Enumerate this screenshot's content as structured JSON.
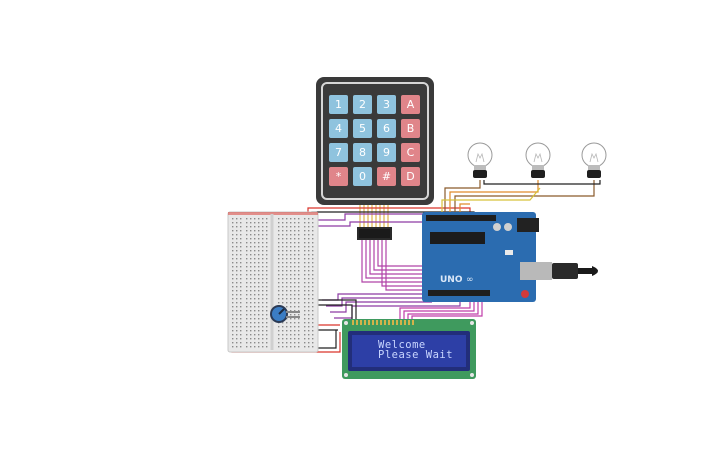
{
  "keypad": {
    "keys": [
      [
        "1",
        "2",
        "3",
        "A"
      ],
      [
        "4",
        "5",
        "6",
        "B"
      ],
      [
        "7",
        "8",
        "9",
        "C"
      ],
      [
        "*",
        "0",
        "#",
        "D"
      ]
    ],
    "colors": {
      "digit": "#8fc3de",
      "letter": "#e0858a",
      "body": "#3a3a3a",
      "frame": "#d6d6d6"
    }
  },
  "lcd": {
    "line1": "Welcome",
    "line2": "Please Wait",
    "colors": {
      "board": "#3f9a5e",
      "screen": "#2d3fa6"
    }
  },
  "arduino": {
    "colors": {
      "board": "#2b6cb0"
    }
  },
  "bulbs": {
    "count": 3
  },
  "wires": {
    "colors": {
      "red": "#d9342b",
      "black": "#222222",
      "purple": "#8e3ba5",
      "magenta": "#c03ea9",
      "orange": "#e08a2a",
      "brown": "#8a5a2b",
      "yellow": "#d8c23a"
    }
  }
}
